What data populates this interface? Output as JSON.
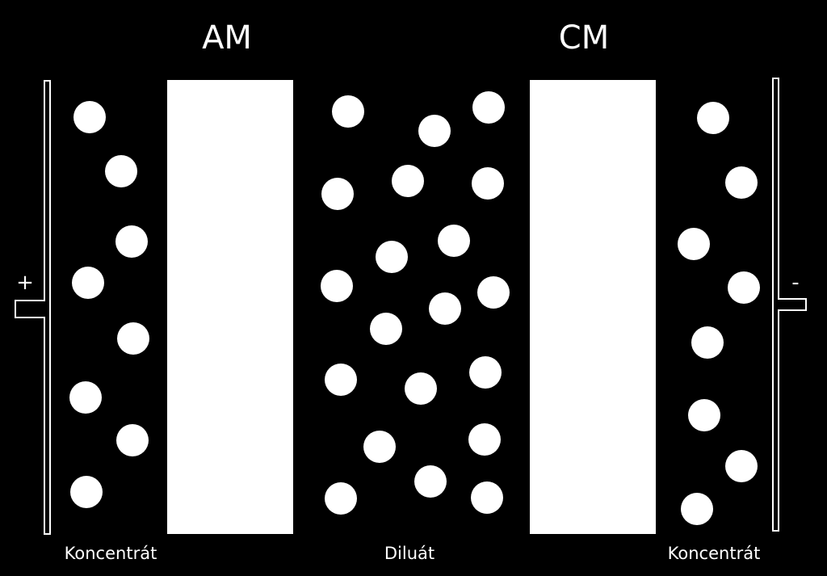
{
  "membranes": {
    "anion": {
      "label": "AM"
    },
    "cation": {
      "label": "CM"
    }
  },
  "compartments": {
    "left": {
      "label": "Koncentrát"
    },
    "middle": {
      "label": "Diluát"
    },
    "right": {
      "label": "Koncentrát"
    }
  },
  "electrodes": {
    "anode": {
      "sign": "+"
    },
    "cathode": {
      "sign": "-"
    }
  },
  "colors": {
    "background": "#000000",
    "foreground": "#ffffff"
  }
}
